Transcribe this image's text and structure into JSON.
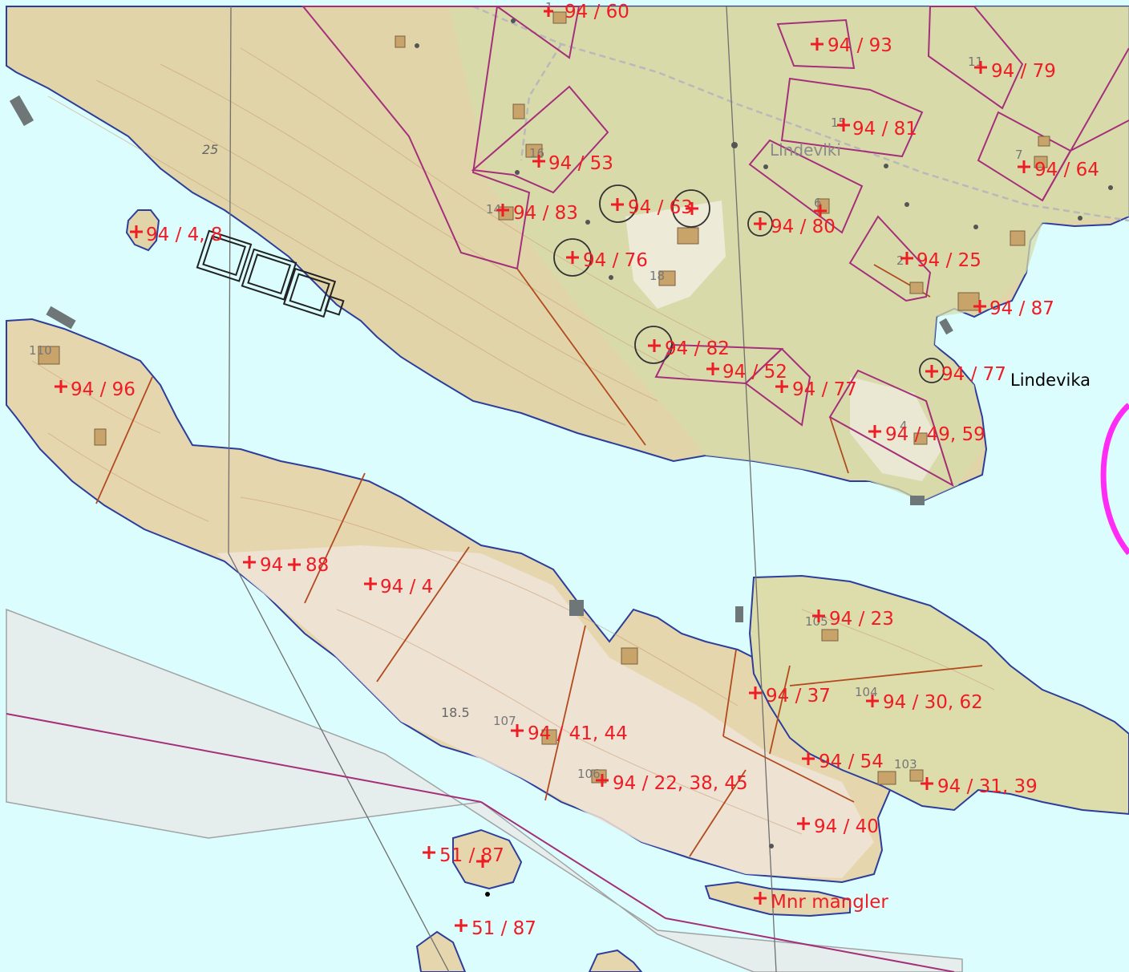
{
  "map": {
    "colors": {
      "water": "#dcfdfd",
      "land": "#e3d6ab",
      "land_green": "#d9dfae",
      "land_pale": "#efe6dc",
      "shore": "#2c3d9c",
      "parcel_line": "#a4307a",
      "boundary_brown": "#b24a1f",
      "label_red": "#ee1c25",
      "admin_magenta": "#ff2cf5",
      "road_grey": "#b9b9b9"
    },
    "place_names": {
      "bay": "Lindevika",
      "hamlet": "Lindeviki"
    },
    "elevations": [
      "25",
      "18.5"
    ],
    "house_numbers": [
      "1",
      "11",
      "15",
      "16",
      "14",
      "18",
      "2",
      "4",
      "6",
      "7",
      "105",
      "104",
      "107",
      "106",
      "103",
      "110"
    ],
    "parcel_labels": [
      "94 / 60",
      "94 / 93",
      "94 / 79",
      "94 / 81",
      "94 / 64",
      "94 / 53",
      "94 / 83",
      "94 / 63",
      "94 / 80",
      "94 / 25",
      "94 / 87",
      "94 / 76",
      "94 / 82",
      "94 / 52",
      "94 / 77",
      "94 / 77",
      "94 / 49, 59",
      "94 / 4, 8",
      "94 / 96",
      "94",
      "88",
      "94 / 4",
      "94 / 23",
      "94 / 37",
      "94 / 30, 62",
      "94 / 41, 44",
      "94 / 54",
      "94 / 22, 38, 45",
      "94 / 31, 39",
      "94 / 40",
      "51 / 87",
      "51 / 87",
      "Mnr mangler"
    ]
  }
}
